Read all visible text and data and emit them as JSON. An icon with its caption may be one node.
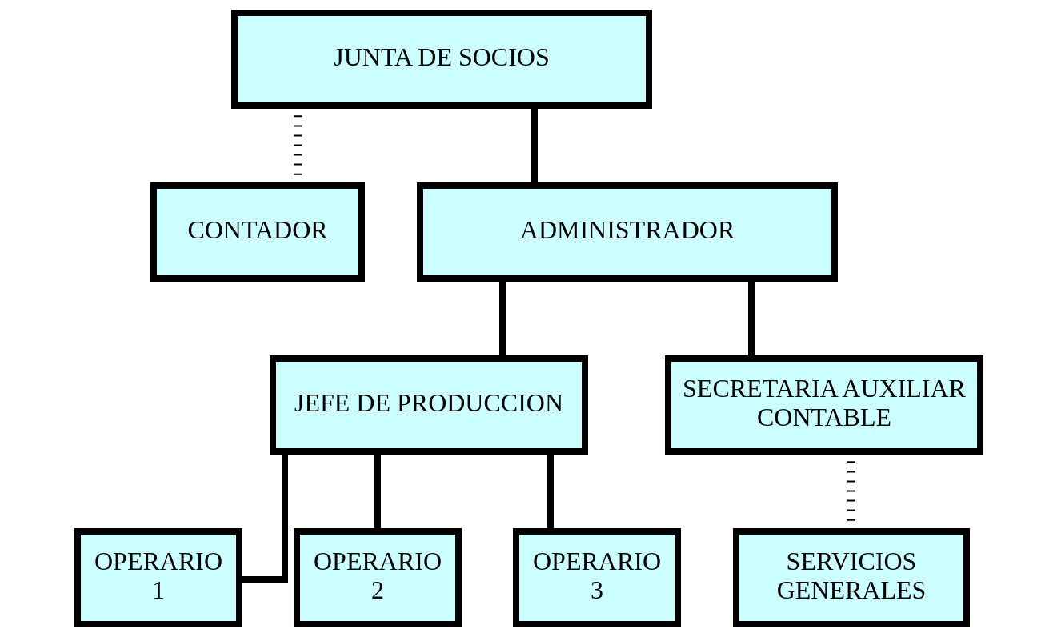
{
  "diagram": {
    "nodes": [
      {
        "text": [
          "JUNTA DE SOCIOS"
        ]
      },
      {
        "text": [
          "CONTADOR"
        ]
      },
      {
        "text": [
          "ADMINISTRADOR"
        ]
      },
      {
        "text": [
          "JEFE DE PRODUCCION"
        ]
      },
      {
        "text": [
          "SECRETARIA AUXILIAR CONTABLE"
        ]
      },
      {
        "text": [
          "OPERARIO 1"
        ]
      },
      {
        "text": [
          "OPERARIO 2"
        ]
      },
      {
        "text": [
          "OPERARIO 3"
        ]
      },
      {
        "text": [
          "SERVICIOS GENERALES"
        ]
      }
    ],
    "edges": [
      {
        "from": 0,
        "to": 2,
        "arrow": "none"
      },
      {
        "from": 0,
        "to": 1,
        "arrow": "none",
        "style": "dashed"
      },
      {
        "from": 2,
        "to": 3,
        "arrow": "none"
      },
      {
        "from": 2,
        "to": 4,
        "arrow": "none"
      },
      {
        "from": 3,
        "to": 5,
        "arrow": "none"
      },
      {
        "from": 3,
        "to": 6,
        "arrow": "none"
      },
      {
        "from": 3,
        "to": 7,
        "arrow": "none"
      },
      {
        "from": 4,
        "to": 8,
        "arrow": "none",
        "style": "dashed"
      }
    ]
  }
}
